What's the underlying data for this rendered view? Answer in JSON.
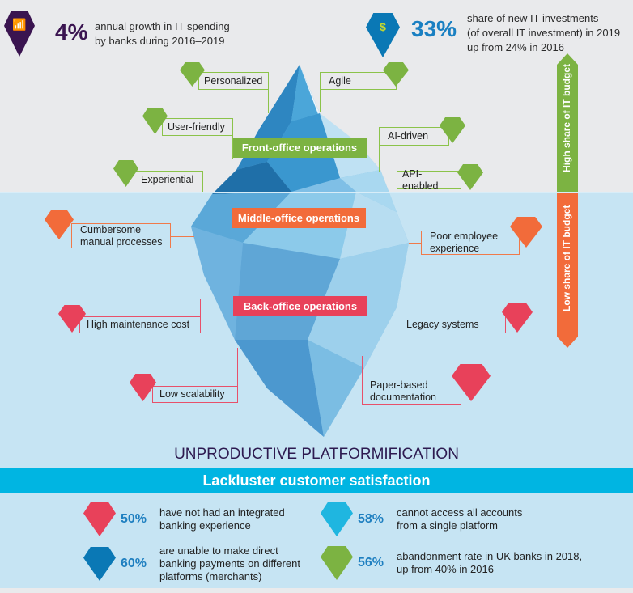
{
  "header": {
    "left": {
      "value": "4%",
      "text_lines": [
        "annual growth in IT spending",
        "by banks during 2016–2019"
      ],
      "icon": "growth-chart-icon"
    },
    "right": {
      "value": "33%",
      "text_lines": [
        "share of new IT investments",
        "(of overall IT investment) in 2019",
        "up from 24% in 2016"
      ],
      "icon": "money-pie-icon"
    }
  },
  "budget_arrow": {
    "high": "High share of IT budget",
    "low": "Low share of IT budget"
  },
  "operations": {
    "front": "Front-office operations",
    "middle": "Middle-office operations",
    "back": "Back-office operations"
  },
  "front_features": [
    "Personalized",
    "Agile",
    "User-friendly",
    "AI-driven",
    "Experiential",
    "API-enabled"
  ],
  "middle_issues": [
    "Cumbersome manual processes",
    "Poor employee experience"
  ],
  "back_issues": [
    "High maintenance cost",
    "Legacy systems",
    "Low scalability",
    "Paper-based documentation"
  ],
  "title": "UNPRODUCTIVE PLATFORMIFICATION",
  "banner": "Lackluster customer satisfaction",
  "stats": [
    {
      "value": "50%",
      "text": "have not had an integrated banking experience"
    },
    {
      "value": "58%",
      "text": "cannot access all accounts from a single platform"
    },
    {
      "value": "60%",
      "text": "are unable to make direct banking payments on different platforms (merchants)"
    },
    {
      "value": "56%",
      "text": "abandonment rate in UK banks in 2018, up from 40% in 2016"
    }
  ],
  "colors": {
    "green": "#7cb342",
    "orange": "#f26b3a",
    "pink": "#e8415a",
    "purple": "#3a1450",
    "blue": "#0a78b5",
    "cyan": "#00b5e2"
  }
}
